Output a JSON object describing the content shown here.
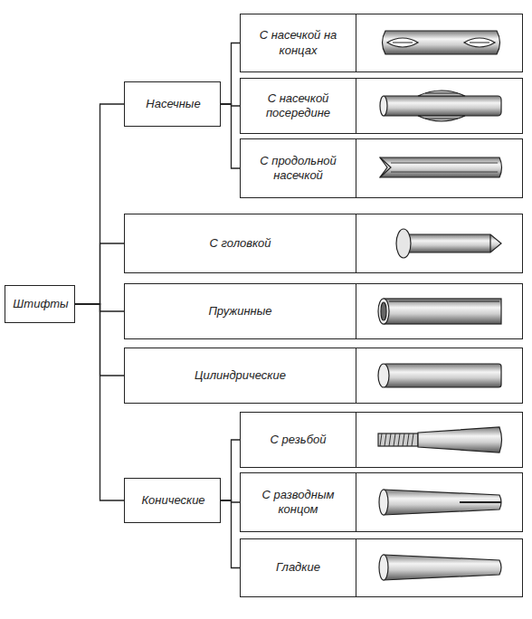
{
  "diagram": {
    "nodes": [
      {
        "text": [
          "Штифты"
        ]
      },
      {
        "text": [
          "Насечные"
        ]
      },
      {
        "text": [
          "С насечкой на концах"
        ]
      },
      {
        "text": [
          "С насечкой посередине"
        ]
      },
      {
        "text": [
          "С продольной насечкой"
        ]
      },
      {
        "text": [
          "С головкой"
        ]
      },
      {
        "text": [
          "Пружинные"
        ]
      },
      {
        "text": [
          "Цилиндрические"
        ]
      },
      {
        "text": [
          "Конические"
        ]
      },
      {
        "text": [
          "С резьбой"
        ]
      },
      {
        "text": [
          "С разводным концом"
        ]
      },
      {
        "text": [
          "Гладкие"
        ]
      }
    ],
    "edges": [
      {
        "from": 0,
        "to": 1,
        "arrow": "none"
      },
      {
        "from": 0,
        "to": 5,
        "arrow": "none"
      },
      {
        "from": 0,
        "to": 6,
        "arrow": "none"
      },
      {
        "from": 0,
        "to": 7,
        "arrow": "none"
      },
      {
        "from": 0,
        "to": 8,
        "arrow": "none"
      },
      {
        "from": 1,
        "to": 2,
        "arrow": "none"
      },
      {
        "from": 1,
        "to": 3,
        "arrow": "none"
      },
      {
        "from": 1,
        "to": 4,
        "arrow": "none"
      },
      {
        "from": 8,
        "to": 9,
        "arrow": "none"
      },
      {
        "from": 8,
        "to": 10,
        "arrow": "none"
      },
      {
        "from": 8,
        "to": 11,
        "arrow": "none"
      }
    ]
  }
}
